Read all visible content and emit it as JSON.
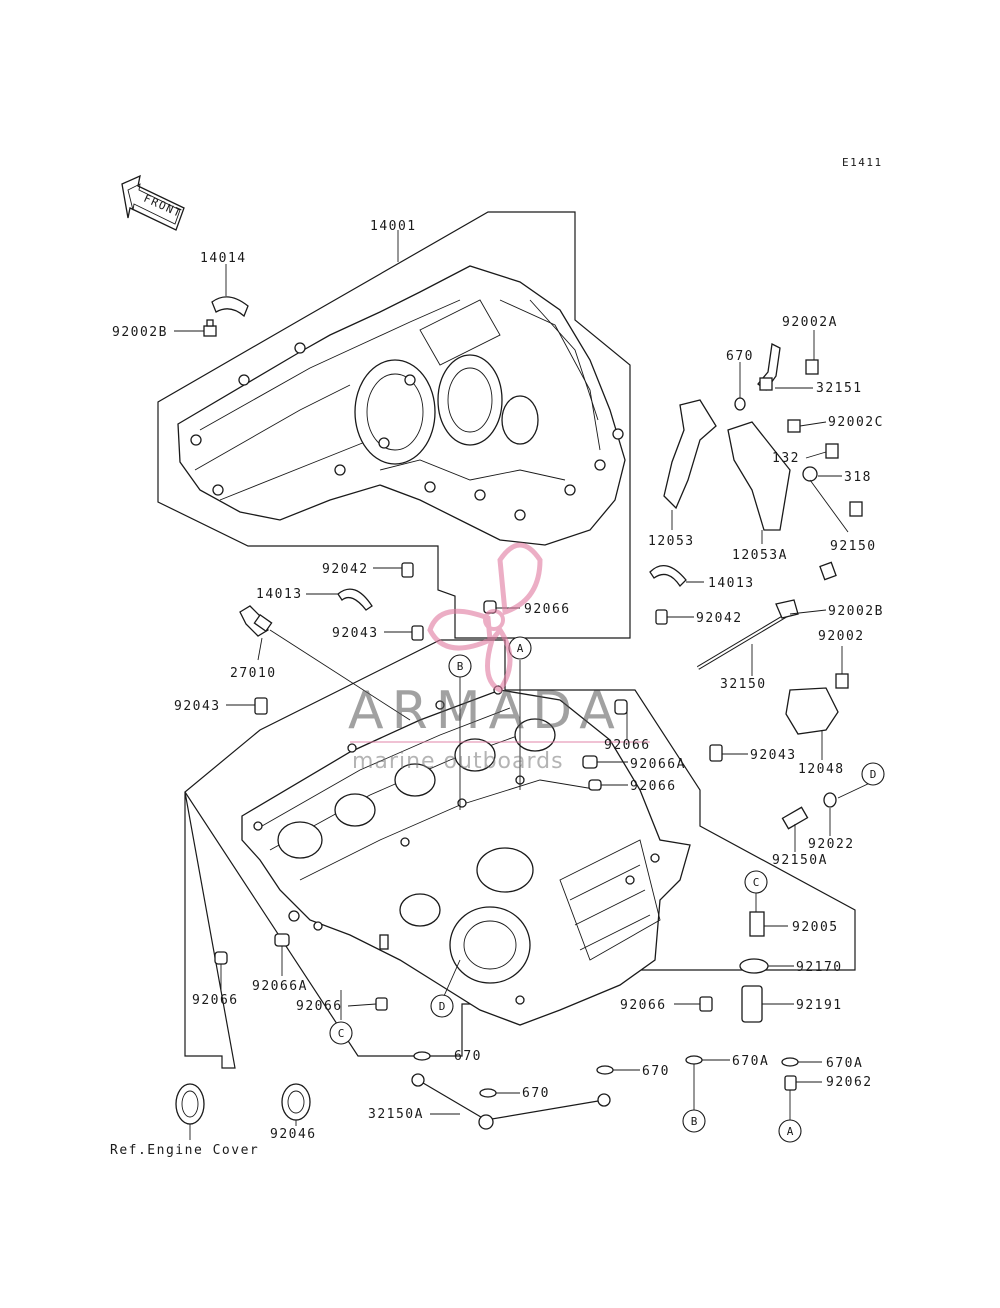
{
  "figure_code": "E1411",
  "front_label": "FRONT",
  "watermark": {
    "brand": "ARMADA",
    "tagline": "marine outboards",
    "logo_color": "#e07aa0",
    "text_color": "#555555"
  },
  "labels": {
    "l14001": "14001",
    "l14014": "14014",
    "l92002B_a": "92002B",
    "l92002A": "92002A",
    "l670_a": "670",
    "l32151": "32151",
    "l92002C": "92002C",
    "l132": "132",
    "l318": "318",
    "l92150": "92150",
    "l12053": "12053",
    "l12053A": "12053A",
    "l14013_r": "14013",
    "l92042_r": "92042",
    "l92002B_b": "92002B",
    "l92002": "92002",
    "l32150": "32150",
    "l92042_l": "92042",
    "l14013_l": "14013",
    "l92066_top": "92066",
    "l92043_mid": "92043",
    "l27010": "27010",
    "l92043_left": "92043",
    "l92066_r1": "92066",
    "l92066A_r": "92066A",
    "l92066_r2": "92066",
    "l92043_right": "92043",
    "l12048": "12048",
    "l92022": "92022",
    "l92150A": "92150A",
    "l92005": "92005",
    "l92170": "92170",
    "l92191": "92191",
    "l92066_bl": "92066",
    "l92066A_bl": "92066A",
    "l92066_bc": "92066",
    "l92066_br": "92066",
    "l670_b": "670",
    "l670_c": "670",
    "l670_d": "670",
    "l670A_a": "670A",
    "l670A_b": "670A",
    "l92062": "92062",
    "l32150A": "32150A",
    "l92046": "92046",
    "ref_engine_cover": "Ref.Engine Cover"
  },
  "callouts": {
    "A_top": "A",
    "B_top": "B",
    "C_right": "C",
    "D_right": "D",
    "C_bottom": "C",
    "D_bottom": "D",
    "B_bottom": "B",
    "A_bottom": "A"
  }
}
